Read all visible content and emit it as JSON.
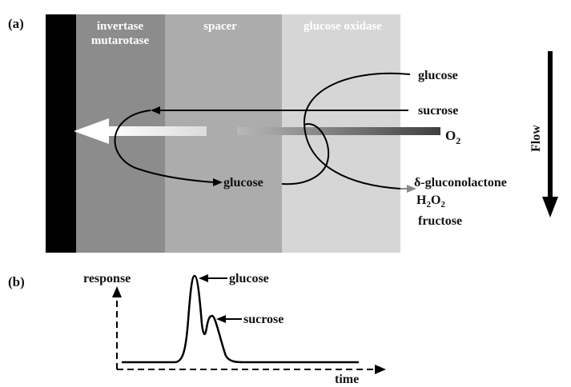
{
  "panel_a": {
    "letter": "(a)",
    "layers": {
      "enzyme_line1": "invertase",
      "enzyme_line2": "mutarotase",
      "spacer": "spacer",
      "oxidase": "glucose oxidase"
    },
    "species": {
      "glucose_in": "glucose",
      "sucrose": "sucrose",
      "o2_main": "O",
      "o2_sub": "2",
      "glucose_mid": "glucose",
      "gluconolactone": "δ-gluconolactone",
      "h2o2_h": "H",
      "h2o2_sub1": "2",
      "h2o2_o": "O",
      "h2o2_sub2": "2",
      "fructose": "fructose"
    },
    "flow_label": "Flow",
    "colors": {
      "electrode": "#000000",
      "enzyme_layer": "#8c8c8c",
      "spacer_layer": "#acacac",
      "oxidase_layer": "#d6d6d6"
    }
  },
  "panel_b": {
    "letter": "(b)",
    "y_axis_label": "response",
    "x_axis_label": "time",
    "peak1_label": "glucose",
    "peak2_label": "sucrose"
  }
}
